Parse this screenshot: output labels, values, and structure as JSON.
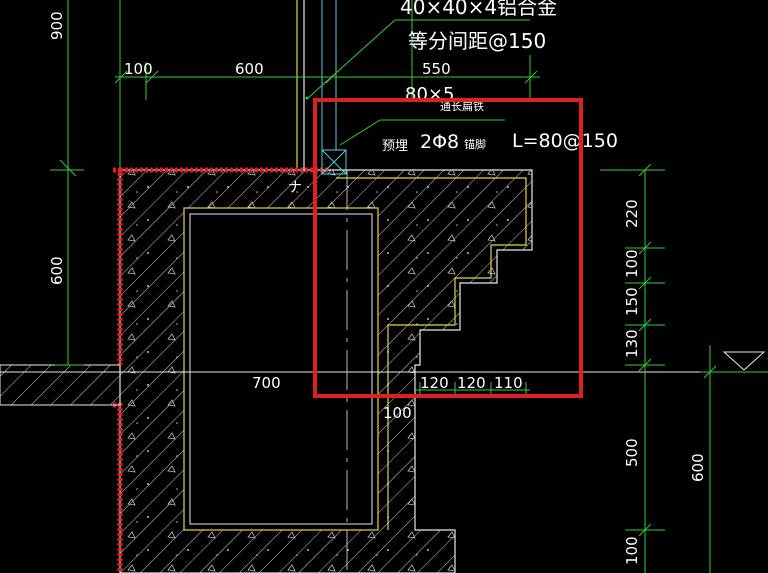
{
  "annotations": {
    "top_partial": "40×40×4铝合金",
    "spacing_note": "等分间距@150",
    "partial_line": "80×5",
    "partial_line_suffix": "通长扁铁",
    "embed_prefix": "预埋",
    "embed_main": "2Φ8",
    "embed_small": "锚脚",
    "embed_length": "L=80@150",
    "small_glyph": "ナ"
  },
  "dimensions": {
    "top_left_vertical": "900",
    "top_100": "100",
    "top_600": "600",
    "top_550": "550",
    "left_600": "600",
    "mid_700": "700",
    "bottom_100": "100",
    "step_120a": "120",
    "step_120b": "120",
    "step_110": "110",
    "right_220": "220",
    "right_100": "100",
    "right_150": "150",
    "right_130": "130",
    "right_500": "500",
    "right_100b": "100",
    "far_right_600": "600"
  },
  "colors": {
    "background": "#000000",
    "dimension_lines": "#33cc33",
    "outline": "#e8d24a",
    "highlight_box": "#e02020",
    "masonry_edge": "#e02020"
  }
}
